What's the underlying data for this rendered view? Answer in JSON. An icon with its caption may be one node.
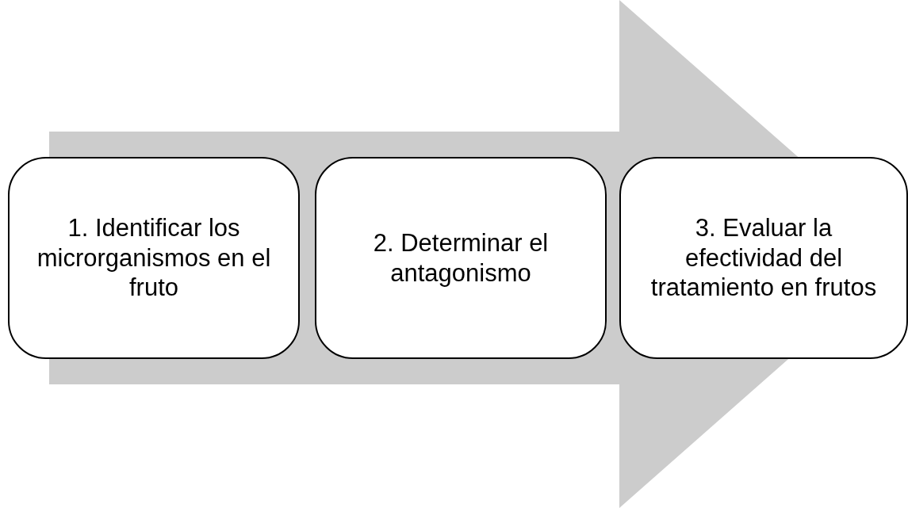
{
  "diagram": {
    "nodes": [
      {
        "text": [
          "1. Identificar los microrganismos en el fruto"
        ]
      },
      {
        "text": [
          "2. Determinar el antagonismo"
        ]
      },
      {
        "text": [
          "3. Evaluar la efectividad del tratamiento en frutos"
        ]
      }
    ],
    "edges": [
      {
        "from": 0,
        "to": 2,
        "arrow": "to"
      }
    ]
  }
}
